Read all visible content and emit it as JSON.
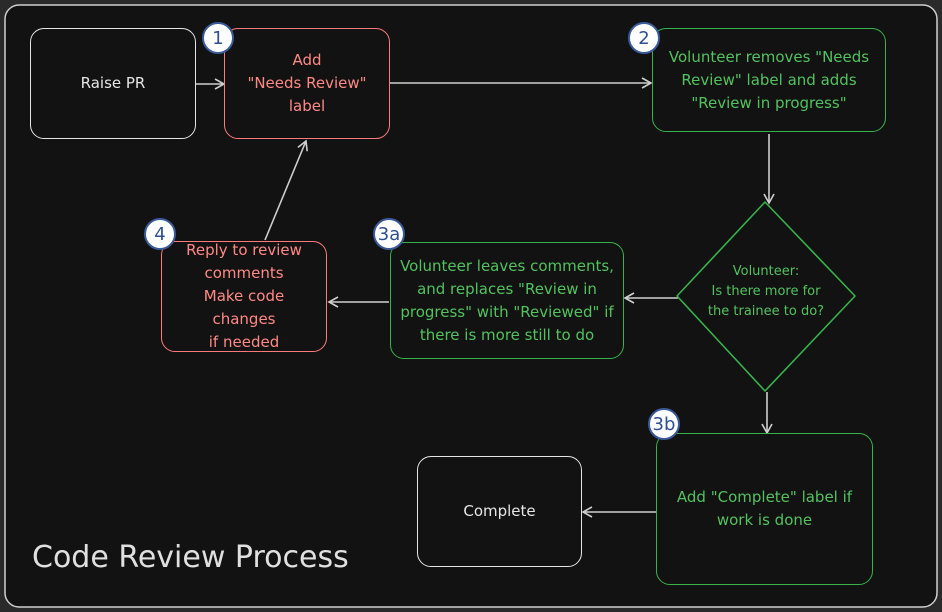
{
  "title": "Code Review Process",
  "nodes": {
    "raise_pr": "Raise PR",
    "add_label": "Add\n\"Needs Review\"\nlabel",
    "volunteer_removes": "Volunteer removes \"Needs\nReview\" label and adds\n\"Review in progress\"",
    "decision": "Volunteer:\nIs there more for\nthe trainee to do?",
    "leaves_comments": "Volunteer leaves comments,\nand replaces \"Review in\nprogress\" with \"Reviewed\" if\nthere is more still to do",
    "reply": "Reply to review\ncomments\nMake code changes\nif needed",
    "add_complete": "Add \"Complete\" label if\nwork is done",
    "complete": "Complete"
  },
  "badges": {
    "b1": "1",
    "b2": "2",
    "b3a": "3a",
    "b3b": "3b",
    "b4": "4"
  },
  "colors": {
    "background": "#121212",
    "red": "#ff7b7b",
    "green": "#38b24a",
    "white": "#e6e6e6",
    "badge_border": "#3b5a9a"
  }
}
